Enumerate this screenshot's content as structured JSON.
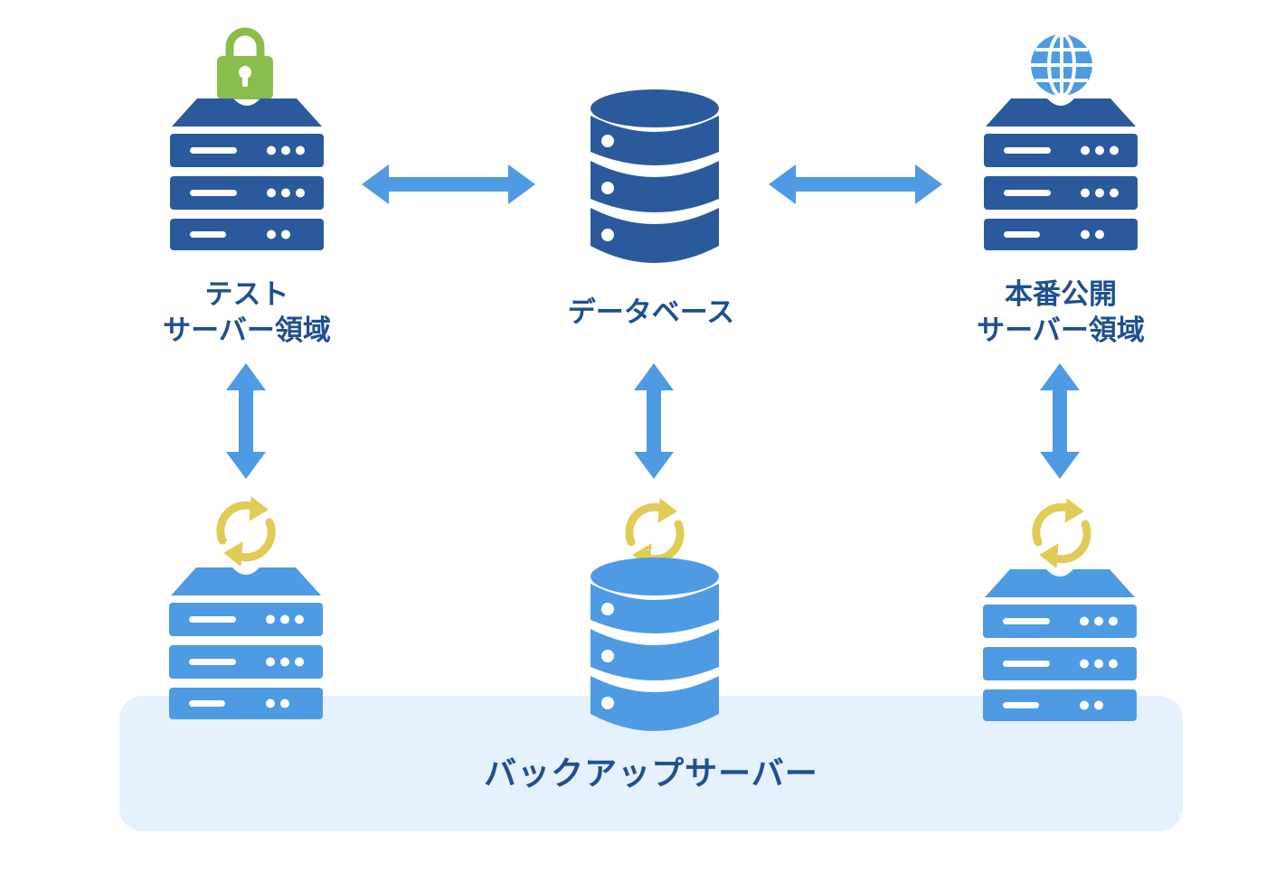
{
  "colors": {
    "primary_dark": "#2a5a9c",
    "primary_light": "#4e9be3",
    "arrow": "#4e9be3",
    "lock": "#8bbd4c",
    "sync_icon": "#e0cc55",
    "backup_area": "#e5f1fc",
    "label_text": "#1f4f8f"
  },
  "nodes": {
    "test": {
      "line1": "テスト",
      "line2": "サーバー領域",
      "icon": "lock-icon"
    },
    "database": {
      "label": "データベース"
    },
    "production": {
      "line1": "本番公開",
      "line2": "サーバー領域",
      "icon": "globe-icon"
    }
  },
  "backup": {
    "label": "バックアップサーバー",
    "icon": "sync-icon"
  }
}
